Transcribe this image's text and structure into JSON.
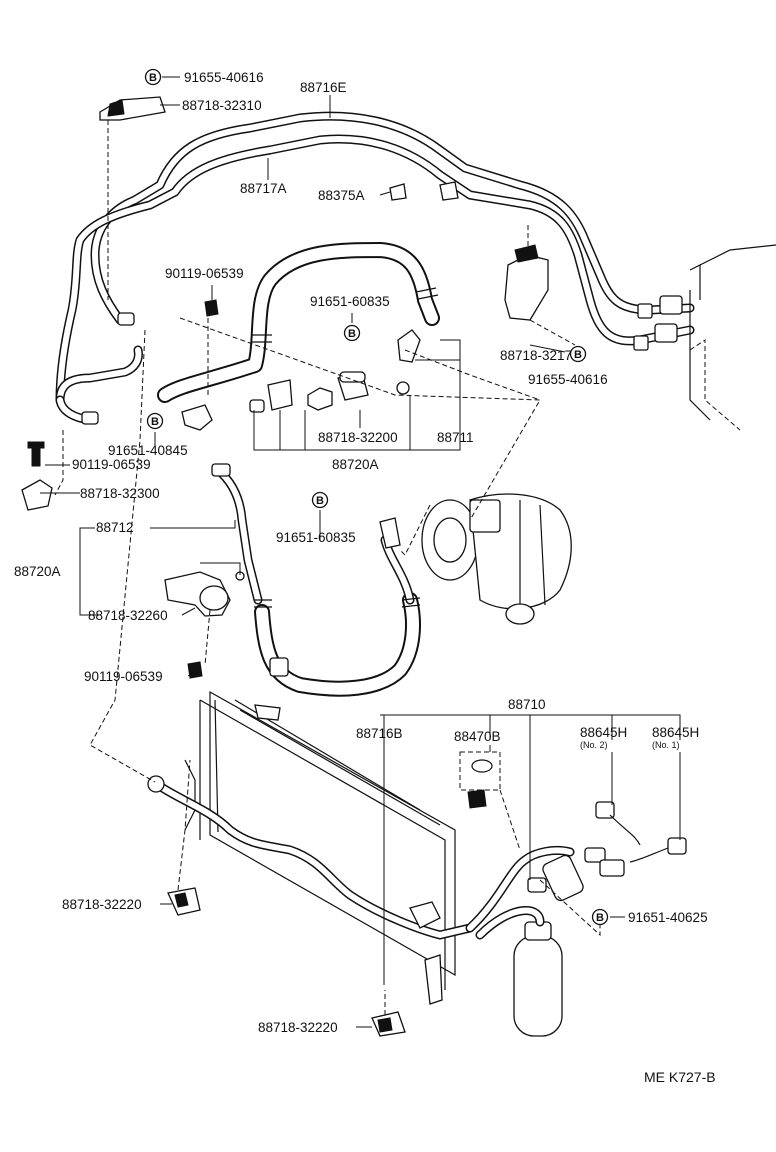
{
  "diagram_ref": "ME K727-B",
  "b_marker": "B",
  "callouts": {
    "c_91655_40616_top": "91655-40616",
    "c_88718_32310": "88718-32310",
    "c_88716E": "88716E",
    "c_88717A": "88717A",
    "c_88375A": "88375A",
    "c_90119_06539_a": "90119-06539",
    "c_91651_60835_a": "91651-60835",
    "c_88718_32170": "88718-32170",
    "c_91655_40616_right": "91655-40616",
    "c_91651_40845": "91651-40845",
    "c_90119_06539_b": "90119-06539",
    "c_88718_32300": "88718-32300",
    "c_88718_32200": "88718-32200",
    "c_88711": "88711",
    "c_88720A_top": "88720A",
    "c_91651_60835_b": "91651-60835",
    "c_88712": "88712",
    "c_88720A_left": "88720A",
    "c_88718_32260": "88718-32260",
    "c_90119_06539_c": "90119-06539",
    "c_88710": "88710",
    "c_88716B": "88716B",
    "c_88470B": "88470B",
    "c_88645H_no2": "88645H",
    "c_88645H_no1": "88645H",
    "c_no2": "(No. 2)",
    "c_no1": "(No. 1)",
    "c_88718_32220_a": "88718-32220",
    "c_91651_40625": "91651-40625",
    "c_88718_32220_b": "88718-32220"
  }
}
